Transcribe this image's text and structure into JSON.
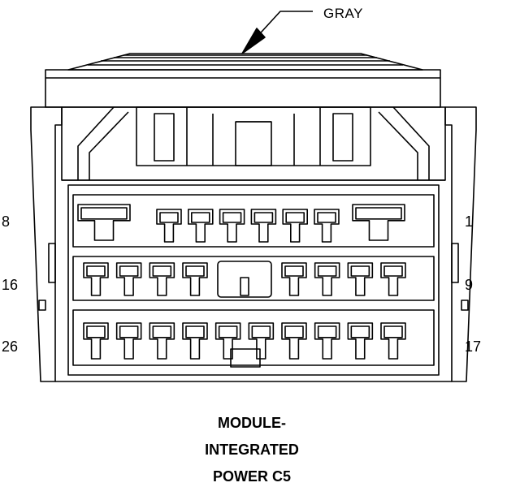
{
  "callout": {
    "color_label": "GRAY"
  },
  "pin_labels": {
    "top_left": "8",
    "top_right": "1",
    "middle_left": "16",
    "middle_right": "9",
    "bottom_left": "26",
    "bottom_right": "17"
  },
  "caption": {
    "line1": "MODULE-",
    "line2": "INTEGRATED",
    "line3": "POWER C5"
  },
  "connector": {
    "row1_pins": 8,
    "row2_pins": 8,
    "row3_pins": 10
  }
}
